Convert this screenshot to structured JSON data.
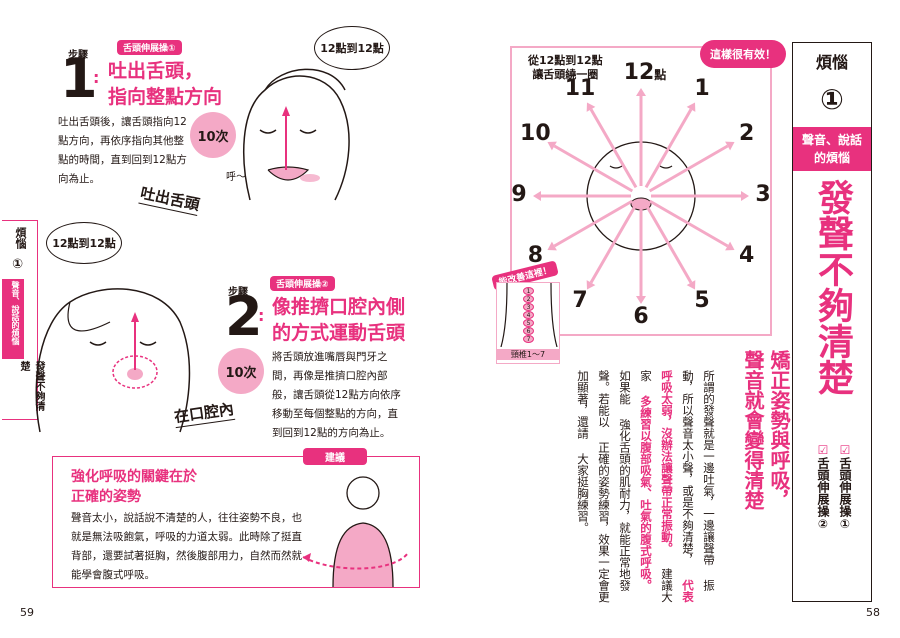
{
  "left_page": {
    "page_number": "59",
    "step1": {
      "step_label": "步驟",
      "tag": "舌頭伸展操①",
      "number": "1",
      "title_line1": "吐出舌頭，",
      "title_line2": "指向整點方向",
      "body": "吐出舌頭後，讓舌頭指向12點方向，再依序指向其他整點的時間，直到回到12點方向為止。",
      "count": "10次",
      "thought": "12點到12點",
      "sigh": "呼～",
      "caption": "吐出舌頭"
    },
    "step2": {
      "step_label": "步驟",
      "tag": "舌頭伸展操②",
      "number": "2",
      "title_line1": "像推擠口腔內側",
      "title_line2": "的方式運動舌頭",
      "body": "將舌頭放進嘴唇與門牙之間，再像是推擠口腔內部般，讓舌頭從12點方向依序移動至每個整點的方向，直到回到12點的方向為止。",
      "count": "10次",
      "thought": "12點到12點",
      "caption": "在口腔內"
    },
    "side_tab": {
      "title": "煩惱",
      "number": "①",
      "category": "聲音、說話的煩惱",
      "topic": "發聲不夠清楚"
    },
    "tip": {
      "tag": "建議",
      "title_line1": "強化呼吸的關鍵在於",
      "title_line2": "正確的姿勢",
      "body": "聲音太小，說話說不清楚的人，往往姿勢不良，也就是無法吸飽氣，呼吸的力道太弱。此時除了挺直背部，還要試著挺胸，然後腹部用力，自然而然就能學會腹式呼吸。"
    }
  },
  "right_page": {
    "page_number": "58",
    "clock": {
      "caption_line1": "從12點到12點",
      "caption_line2": "讓舌頭繞一圈",
      "effective": "這樣很有效！",
      "numbers": [
        "12",
        "1",
        "2",
        "3",
        "4",
        "5",
        "6",
        "7",
        "8",
        "9",
        "10",
        "11"
      ],
      "twelve_suffix": "點",
      "inset_label": "能改善這裡！",
      "inset_caption": "頸椎1～7",
      "vertebrae": [
        "1",
        "2",
        "3",
        "4",
        "5",
        "6",
        "7"
      ]
    },
    "heading_line1": "矯正姿勢與呼吸，",
    "heading_line2": "聲音就會變得清楚",
    "body_columns": [
      "所謂的發聲就是一邊吐氣，一邊讓聲帶",
      "振動，所以聲音太小聲，或是不夠清楚，",
      "代表",
      "呼吸太弱，沒辦法讓聲帶正常振動。",
      "建議大家",
      "多練習以腹部吸氣、吐氣的腹式呼吸。",
      "如果能",
      "強化舌頭的肌耐力，就能正常地發聲。若能以",
      "正確的姿勢練習，效果一定會更加顯著，還請",
      "大家挺胸練習。"
    ],
    "side_panel": {
      "title": "煩惱",
      "number": "①",
      "category_line1": "聲音、說話",
      "category_line2": "的煩惱",
      "topic": "發聲不夠清楚",
      "check1": "舌頭伸展操①",
      "check2": "舌頭伸展操②"
    }
  },
  "colors": {
    "accent": "#e8317e",
    "light_accent": "#f4a9c6",
    "ink": "#231815"
  }
}
